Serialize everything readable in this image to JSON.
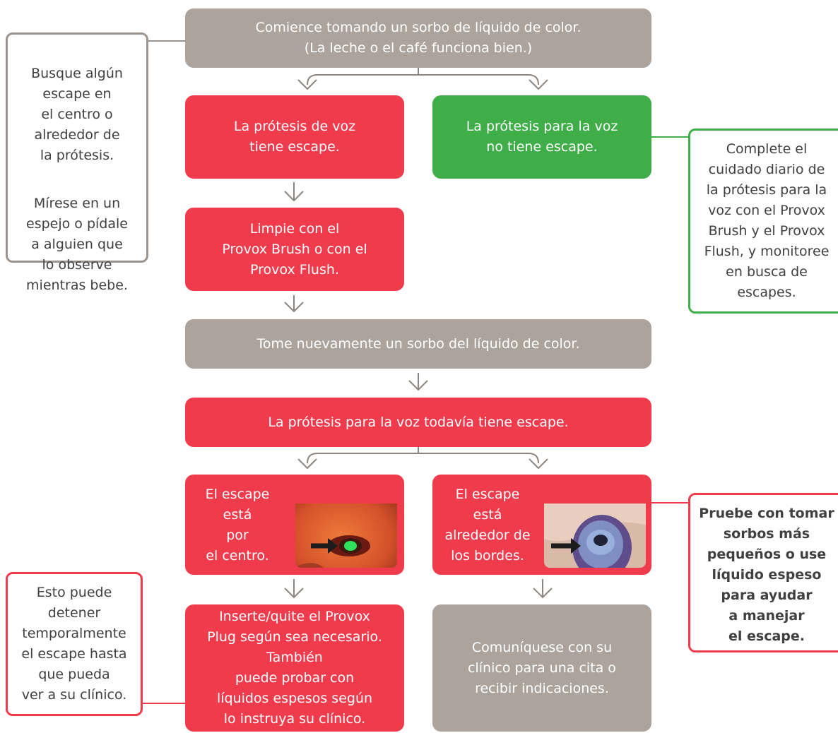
{
  "boxes": {
    "start": "Comience tomando un sorbo de líquido de color.\n(La leche o el café funciona bien.)",
    "leak": "La prótesis de voz\ntiene escape.",
    "no_leak": "La prótesis para la voz\nno tiene escape.",
    "clean": "Limpie con el\nProvox Brush o con el\nProvox Flush.",
    "retest": "Tome nuevamente un sorbo del líquido de color.",
    "still_leak": "La prótesis para la voz todavía tiene escape.",
    "center": "El escape\nestá\npor\nel centro.",
    "edges": "El escape\nestá\nalrededor de\nlos bordes.",
    "plug": "Inserte/quite el Provox\nPlug según sea necesario.\nTambién\npuede probar con\nlíquidos espesos según\nlo instruya su clínico.",
    "contact": "Comuníquese con su\nclínico para una cita o\nrecibir indicaciones."
  },
  "notes": {
    "look_1": "Busque algún\nescape en\nel centro o\nalrededor de\nla prótesis.",
    "look_2": "Mírese en un\nespejo o pídale\na alguien que\nlo observe\nmientras bebe.",
    "daily": "Complete el\ncuidado diario de\nla prótesis para la\nvoz con el Provox\nBrush y el Provox\nFlush, y monitoree\nen busca de\nescapes.",
    "smaller": "Pruebe con tomar\nsorbos más\npequeños o use\nlíquido espeso\npara ayudar\na manejar\nel escape.",
    "temporary": "Esto puede\ndetener\ntemporalmente\nel escape hasta\nque pueda\nver a su clínico."
  },
  "colors": {
    "grey": "#aba39c",
    "red": "#ef3b4c",
    "green": "#3fae49",
    "arrow": "#8c8580"
  }
}
